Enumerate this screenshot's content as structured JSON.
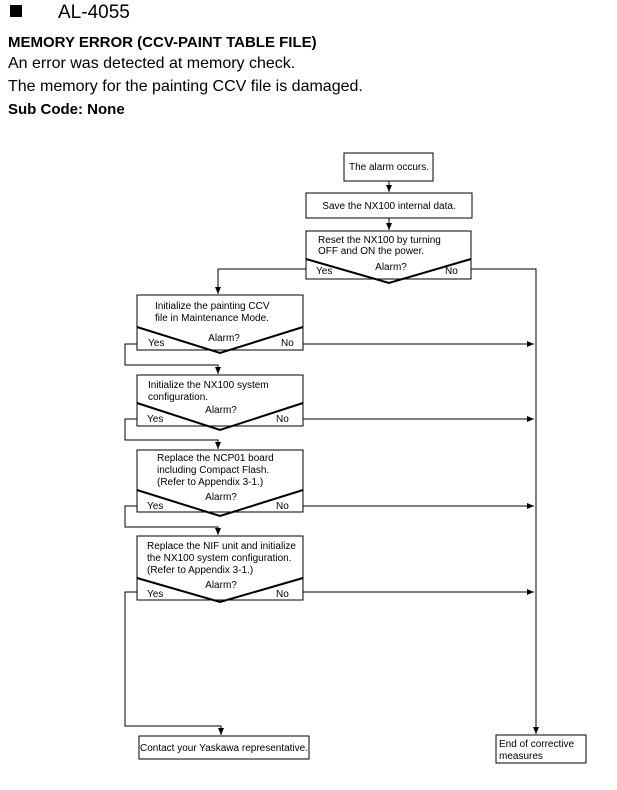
{
  "header": {
    "alarm_code": "AL-4055",
    "title": "MEMORY ERROR (CCV-PAINT TABLE FILE)",
    "desc1": "An error was detected at memory check.",
    "desc2": "The memory for the painting CCV file is damaged.",
    "subcode": "Sub Code: None"
  },
  "flow": {
    "start": "The alarm occurs.",
    "step1": "Save the NX100 internal data.",
    "reset": [
      "Reset the NX100 by turning",
      "OFF and ON the power."
    ],
    "step_init_ccv": [
      "Initialize the painting CCV",
      "file in Maintenance Mode."
    ],
    "step_init_sys": [
      "Initialize the NX100 system",
      "configuration."
    ],
    "step_ncp": [
      "Replace the NCP01 board",
      "including Compact Flash.",
      "(Refer to Appendix 3-1.)"
    ],
    "step_nif": [
      "Replace the NIF unit and initialize",
      "the NX100 system configuration.",
      "(Refer to Appendix 3-1.)"
    ],
    "contact": "Contact your Yaskawa representative.",
    "end": [
      "End of corrective",
      "measures"
    ],
    "alarm_q": "Alarm?",
    "yes": "Yes",
    "no": "No"
  }
}
